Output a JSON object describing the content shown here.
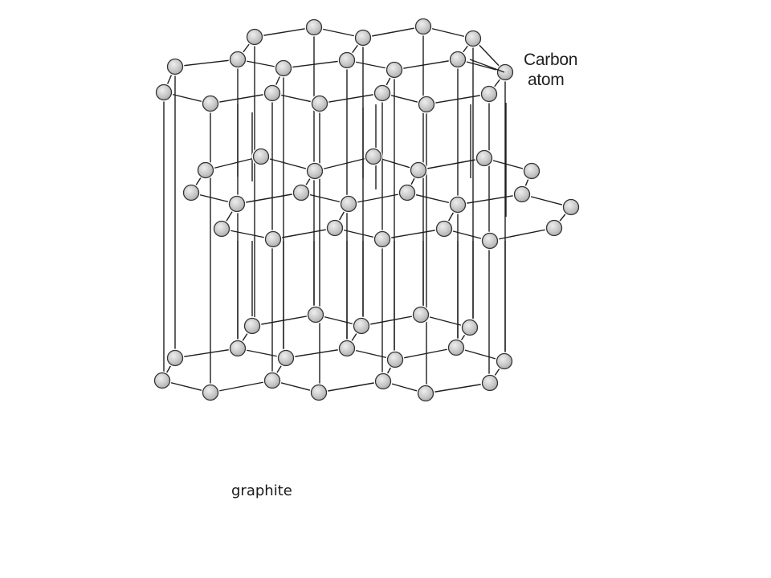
{
  "labels": {
    "atom_line1": "Carbon",
    "atom_line2": "atom",
    "caption": "graphite"
  },
  "colors": {
    "bond": "#1e1e1e",
    "atom_fill": "#cfcfcf",
    "atom_stroke": "#333333",
    "text": "#1f1f1f"
  }
}
